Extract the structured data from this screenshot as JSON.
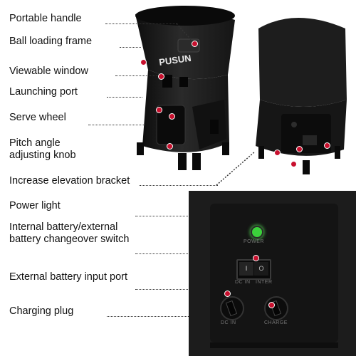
{
  "brand": "PUSUN",
  "labels": {
    "portable_handle": "Portable handle",
    "ball_loading_frame": "Ball loading frame",
    "viewable_window": "Viewable window",
    "launching_port": "Launching port",
    "serve_wheel": "Serve wheel",
    "pitch_angle_knob": "Pitch angle adjusting knob",
    "elevation_bracket": "Increase elevation bracket",
    "power_light": "Power light",
    "battery_switch": "Internal battery/external battery changeover switch",
    "external_input_port": "External battery input port",
    "charging_plug": "Charging plug"
  },
  "panel": {
    "power_text": "POWER",
    "switch_left": "DC IN",
    "switch_right": "INTER",
    "port_left": "DC IN",
    "port_right": "CHARGE",
    "switch_symbol_on": "I",
    "switch_symbol_off": "O"
  },
  "colors": {
    "marker": "#c8102e",
    "power_led": "#3bd23b",
    "body": "#1e1e1e"
  }
}
